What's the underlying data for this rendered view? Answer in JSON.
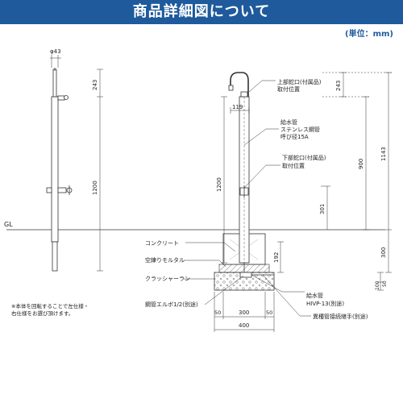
{
  "header": {
    "title": "商品詳細図について",
    "unit": "(単位：mm)"
  },
  "colors": {
    "banner": "#1e5a9c",
    "line": "#333333",
    "hatch": "#555555"
  },
  "note": {
    "line1": "※本体を回転することで左仕様・",
    "line2": "右仕様をお選び頂けます。"
  },
  "left_view": {
    "diameter": "φ43",
    "dim_top": "243",
    "dim_main": "1200",
    "gl": "GL"
  },
  "right_view": {
    "dim_119": "119",
    "dim_1200": "1200",
    "dim_192": "192",
    "dim_301": "301",
    "dim_243": "243",
    "dim_900": "900",
    "dim_1143": "1143",
    "dim_300": "300",
    "dim_100": "100",
    "dim_50r": "50",
    "dim_50a": "50",
    "dim_300b": "300",
    "dim_50b": "50",
    "dim_400": "400"
  },
  "labels": {
    "upper_tap_1": "上部蛇口(付属品)",
    "upper_tap_2": "取付位置",
    "supply_1": "給水管",
    "supply_2": "ステンレス鋼管",
    "supply_3": "呼び径15A",
    "lower_tap_1": "下部蛇口(付属品)",
    "lower_tap_2": "取付位置",
    "concrete": "コンクリート",
    "mortar": "空練りモルタル",
    "crusher": "クラッシャーラン",
    "elbow": "鋼管エルボ1/2(別途)",
    "supply_pipe_1": "給水管",
    "supply_pipe_2": "HIVP-13(別途)",
    "joint": "異種管接続継手(別途)"
  }
}
